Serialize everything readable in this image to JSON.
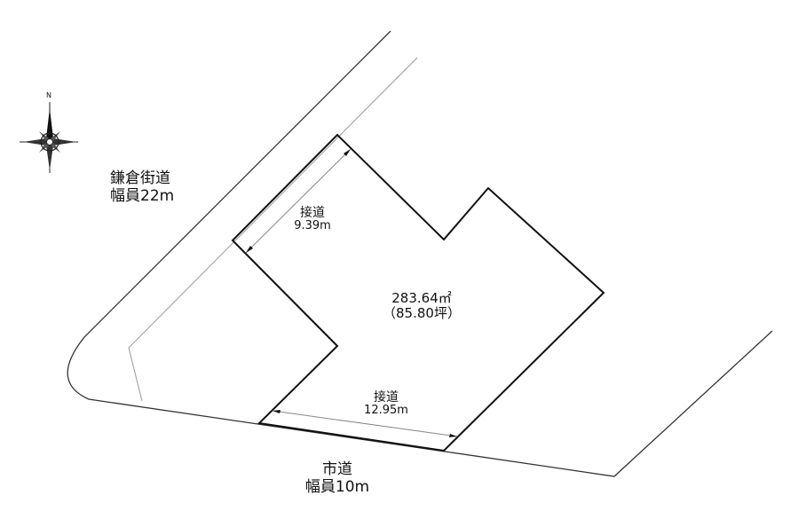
{
  "compass": {
    "north_label": "N"
  },
  "roads": {
    "kamakura": {
      "name": "鎌倉街道",
      "width": "幅員22m"
    },
    "city": {
      "name": "市道",
      "width": "幅員10m"
    }
  },
  "frontage_top": {
    "label": "接道",
    "length": "9.39m"
  },
  "frontage_bottom": {
    "label": "接道",
    "length": "12.95m"
  },
  "lot_area": {
    "sqm": "283.64㎡",
    "tsubo": "（85.80坪）"
  }
}
